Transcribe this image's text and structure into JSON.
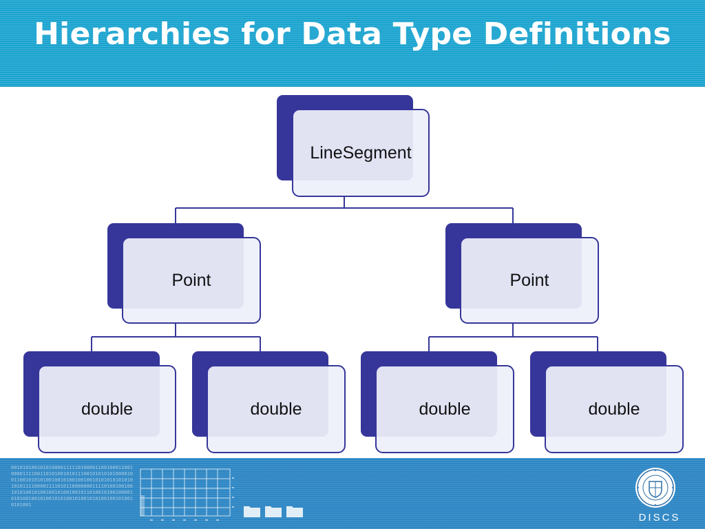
{
  "slide": {
    "title": "Hierarchies for Data Type Definitions"
  },
  "hierarchy": {
    "root": "LineSegment",
    "children": [
      {
        "label": "Point",
        "children": [
          "double",
          "double"
        ]
      },
      {
        "label": "Point",
        "children": [
          "double",
          "double"
        ]
      }
    ]
  },
  "footer": {
    "binary_text": "0010101001010100001111101000011001000110010000111100110101001010111001010101010000100110010101010010010100100100101010101010101010111100001111010110000000111101001001001010100101001001010010010110100101001000010101001001010010101001010010101001001010010101001",
    "org_label": "DISCS",
    "seal_icon": "university-seal-icon"
  },
  "colors": {
    "header_band": "#1aa3cf",
    "node_back": "#36369a",
    "node_front": "#eef0fa",
    "connector": "#36369a",
    "footer_band": "#2d86c4"
  }
}
